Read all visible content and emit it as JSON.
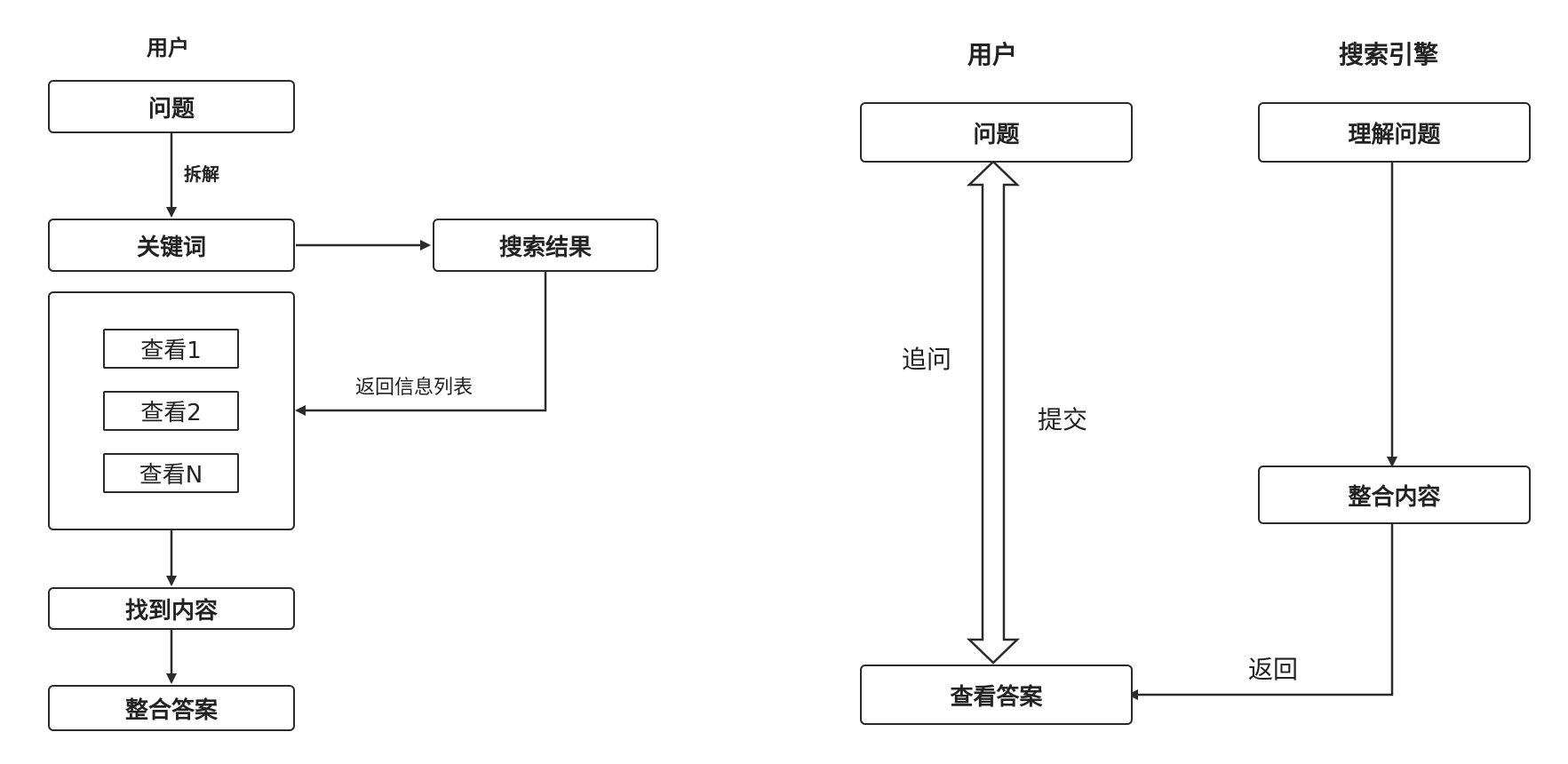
{
  "left": {
    "lane_user": "用户",
    "question": "问题",
    "split_label": "拆解",
    "keywords": "关键词",
    "search_results": "搜索结果",
    "return_list_label": "返回信息列表",
    "view_1": "查看1",
    "view_2": "查看2",
    "view_n": "查看N",
    "found_content": "找到内容",
    "integrate_answer": "整合答案"
  },
  "right": {
    "lane_user": "用户",
    "lane_engine": "搜索引擎",
    "question": "问题",
    "understand_question": "理解问题",
    "followup_label": "追问",
    "submit_label": "提交",
    "integrate_content": "整合内容",
    "return_label": "返回",
    "view_answer": "查看答案"
  },
  "colors": {
    "stroke": "#2b2b2b",
    "text": "#222222",
    "background": "#ffffff"
  }
}
